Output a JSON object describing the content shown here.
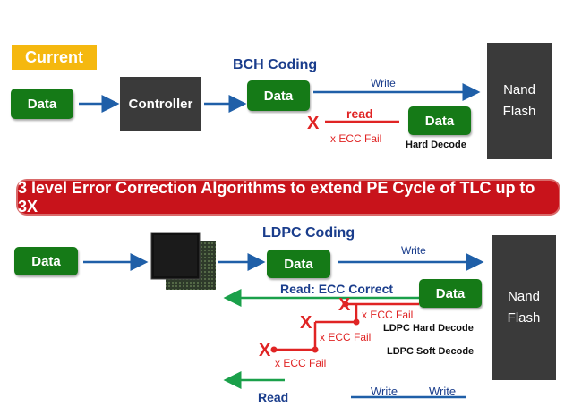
{
  "top": {
    "badge": "Current",
    "data_left": "Data",
    "controller": "Controller",
    "title": "BCH Coding",
    "data_mid": "Data",
    "write": "Write",
    "read": "read",
    "x_mark": "X",
    "ecc_fail": "x ECC Fail",
    "data_right": "Data",
    "hard_decode": "Hard Decode",
    "nand": "Nand Flash"
  },
  "banner": "3 level Error Correction Algorithms to extend PE Cycle of TLC  up to 3X",
  "bottom": {
    "data_left": "Data",
    "title": "LDPC Coding",
    "data_mid": "Data",
    "write": "Write",
    "read_correct": "Read: ECC Correct",
    "data_right": "Data",
    "x_mark": "X",
    "ecc_fail_1": "x ECC Fail",
    "ldpc_hard": "LDPC Hard Decode",
    "ecc_fail_2": "x ECC Fail",
    "ldpc_soft": "LDPC Soft Decode",
    "ecc_fail_3": "x ECC Fail",
    "read": "Read",
    "write_a": "Write",
    "write_b": "Write",
    "nand": "Nand Flash"
  },
  "colors": {
    "green_box": "#157a17",
    "blue_arrow": "#1f5fa8",
    "red": "#e02424",
    "banner": "#c8131b",
    "badge": "#f5b80f",
    "dark_box": "#3a3a3a"
  },
  "icons": {
    "chip": "chip-icon"
  }
}
